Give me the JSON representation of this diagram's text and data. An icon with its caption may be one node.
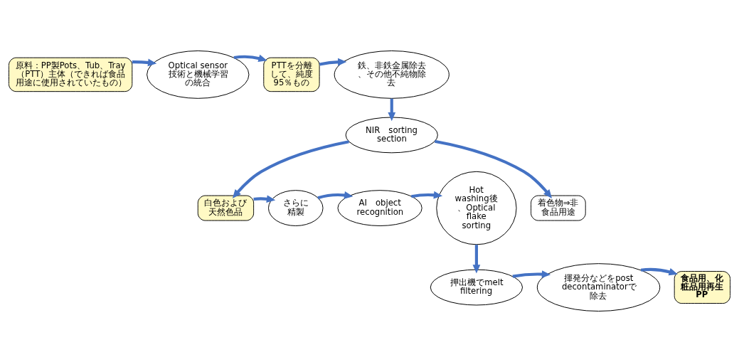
{
  "diagram": {
    "nodes": [
      {
        "text": [
          "原料：PP製Pots、Tub、Tray（PTT）主体（できれば食品用途に使用されていたもの）"
        ]
      },
      {
        "text": [
          "Optical sensor技術と機械学習の統合"
        ]
      },
      {
        "text": [
          "PTTを分離して、純度95％もの"
        ]
      },
      {
        "text": [
          "鉄、非鉄金属除去、その他不純物除去"
        ]
      },
      {
        "text": [
          "NIR　sorting section"
        ]
      },
      {
        "text": [
          "白色および天然色品"
        ]
      },
      {
        "text": [
          "着色物⇒非食品用途"
        ]
      },
      {
        "text": [
          "さらに精製"
        ]
      },
      {
        "text": [
          "AI　object recognition"
        ]
      },
      {
        "text": [
          "Hot washing後、Optical flake sorting"
        ]
      },
      {
        "text": [
          "押出機でmelt filtering"
        ]
      },
      {
        "text": [
          "揮発分などをpost decontaminatorで除去"
        ]
      },
      {
        "text": [
          "食品用、化粧品用再生PP"
        ]
      }
    ],
    "edges": [
      {
        "from": 0,
        "to": 1,
        "arrow": "to"
      },
      {
        "from": 1,
        "to": 2,
        "arrow": "to"
      },
      {
        "from": 2,
        "to": 3,
        "arrow": "to"
      },
      {
        "from": 3,
        "to": 4,
        "arrow": "to"
      },
      {
        "from": 4,
        "to": 5,
        "arrow": "to"
      },
      {
        "from": 4,
        "to": 6,
        "arrow": "to"
      },
      {
        "from": 5,
        "to": 7,
        "arrow": "to"
      },
      {
        "from": 7,
        "to": 8,
        "arrow": "to"
      },
      {
        "from": 8,
        "to": 9,
        "arrow": "to"
      },
      {
        "from": 9,
        "to": 10,
        "arrow": "to"
      },
      {
        "from": 10,
        "to": 11,
        "arrow": "to"
      },
      {
        "from": 11,
        "to": 12,
        "arrow": "to"
      }
    ]
  }
}
